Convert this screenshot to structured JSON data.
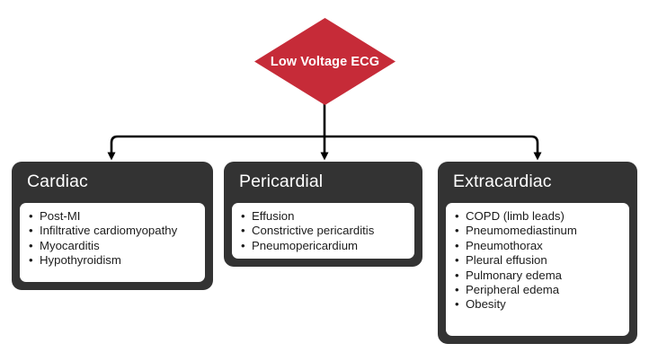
{
  "diagram": {
    "title": "Low Voltage ECG",
    "root": {
      "label": "Low Voltage ECG",
      "shape": "diamond",
      "fill_color": "#c62b38",
      "text_color": "#ffffff"
    },
    "connector": {
      "style": "orthogonal-bus",
      "color": "#000000",
      "arrow_count": 3
    },
    "box_header_color": "#333333",
    "box_body_color": "#ffffff",
    "branches": [
      {
        "title": "Cardiac",
        "items": [
          "Post-MI",
          "Infiltrative cardiomyopathy",
          "Myocarditis",
          "Hypothyroidism"
        ]
      },
      {
        "title": "Pericardial",
        "items": [
          "Effusion",
          "Constrictive pericarditis",
          "Pneumopericardium"
        ]
      },
      {
        "title": "Extracardiac",
        "items": [
          "COPD (limb leads)",
          "Pneumomediastinum",
          "Pneumothorax",
          "Pleural effusion",
          "Pulmonary edema",
          "Peripheral edema",
          "Obesity"
        ]
      }
    ]
  }
}
